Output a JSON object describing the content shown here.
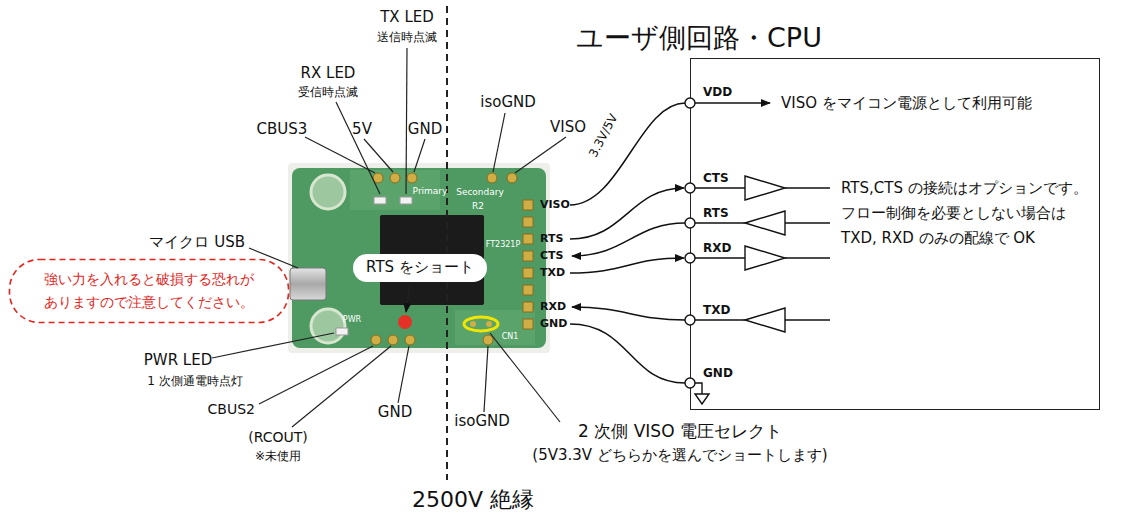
{
  "diagram": {
    "nodes": [
      {
        "text": [
          "ユーザ側回路・CPU",
          "VDD",
          "CTS",
          "RTS",
          "RXD",
          "TXD",
          "GND",
          "VISO をマイコン電源として利用可能",
          "RTS,CTS の接続はオプションです。",
          "フロー制御を必要としない場合は",
          "TXD, RXD のみの配線で OK"
        ]
      },
      {
        "text": [
          "強い力を入れると破損する恐れが",
          "ありますので注意してください。"
        ]
      },
      {
        "text": [
          "RTS をショート"
        ]
      }
    ],
    "labels": [
      "TX LED",
      "送信時点滅",
      "RX LED",
      "受信時点滅",
      "CBUS3",
      "5V",
      "GND",
      "isoGND",
      "VISO",
      "マイクロ USB",
      "PWR LED",
      "1 次側通電時点灯",
      "CBUS2",
      "(RCOUT)",
      "※未使用",
      "GND",
      "isoGND",
      "2 次側 VISO 電圧セレクト",
      "(5V3.3V どちらかを選んでショートします)",
      "2500V 絶縁",
      "3.3V/5V",
      "VISO",
      "RTS",
      "CTS",
      "TXD",
      "RXD",
      "GND",
      "Primary",
      "Secondary",
      "R2",
      "FT2321P",
      "CN1",
      "PWR"
    ]
  }
}
